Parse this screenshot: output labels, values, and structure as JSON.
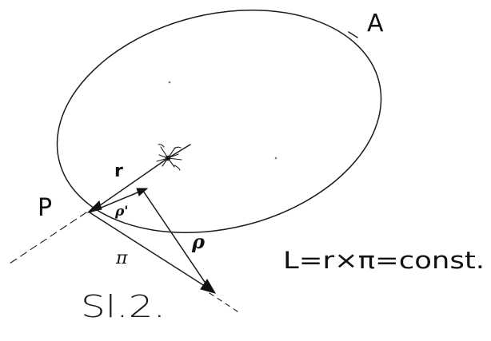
{
  "labels": {
    "aphelion": "A",
    "perihelion": "P",
    "position_vector": "r",
    "momentum_vector": "ρ",
    "momentum_component": "ρ'",
    "pi_vector": "π",
    "formula": "L=r×π=const.",
    "caption": "Sl.2."
  },
  "icons": {
    "sun": "star-sun-icon"
  },
  "colors": {
    "ink": "#1c1c1c",
    "background": "#ffffff"
  }
}
